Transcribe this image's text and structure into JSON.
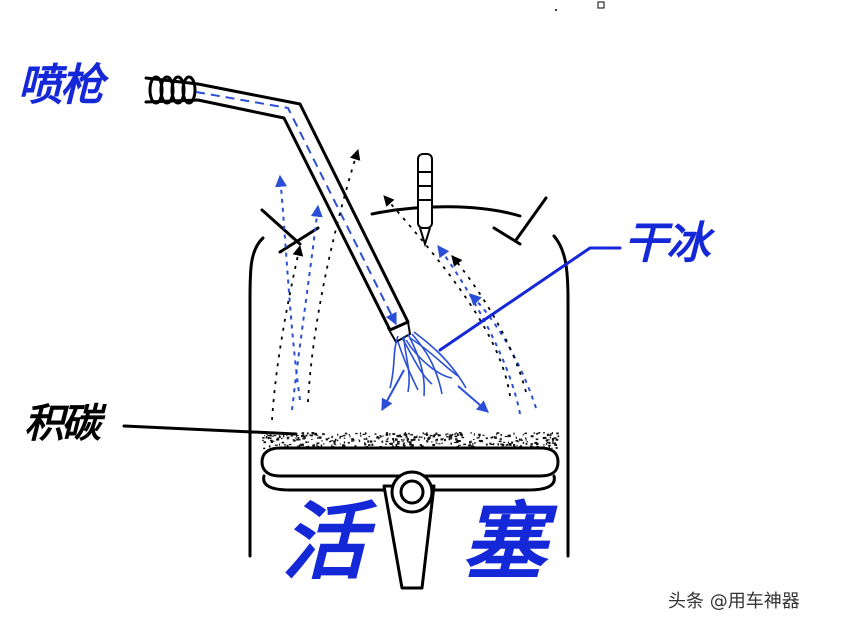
{
  "labels": {
    "spray_gun": "喷枪",
    "dry_ice": "干冰",
    "carbon_deposit": "积碳",
    "piston_char1": "活",
    "piston_char2": "塞"
  },
  "watermark": "头条 @用车神器",
  "colors": {
    "label_blue": "#1428d8",
    "outline_black": "#000000",
    "arrow_blue": "#2a4fd6",
    "background": "#ffffff",
    "watermark_gray": "#333333"
  },
  "icons": {
    "spray_direction_arrow": "arrow-icon",
    "injector": "injector-icon"
  }
}
